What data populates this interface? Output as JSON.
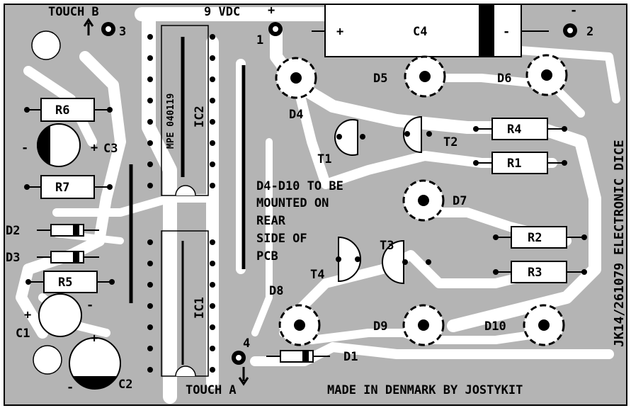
{
  "board": {
    "vertical_title": "JK14/261079 ELECTRONIC DICE",
    "footer": "MADE IN DENMARK BY JOSTYKIT",
    "note": [
      "D4-D10 TO BE",
      "MOUNTED ON",
      "REAR",
      "SIDE OF",
      "PCB"
    ],
    "touch_b": "TOUCH B",
    "touch_a": "TOUCH A",
    "power": "9 VDC",
    "ic2_marking": "MPE 040119"
  },
  "pads": {
    "p1": "1",
    "p2": "2",
    "p3": "3",
    "p4": "4",
    "plus": "+",
    "minus": "-"
  },
  "components": {
    "R1": "R1",
    "R2": "R2",
    "R3": "R3",
    "R4": "R4",
    "R5": "R5",
    "R6": "R6",
    "R7": "R7",
    "C1": "C1",
    "C2": "C2",
    "C3": "C3",
    "C4": "C4",
    "D1": "D1",
    "D2": "D2",
    "D3": "D3",
    "D4": "D4",
    "D5": "D5",
    "D6": "D6",
    "D7": "D7",
    "D8": "D8",
    "D9": "D9",
    "D10": "D10",
    "T1": "T1",
    "T2": "T2",
    "T3": "T3",
    "T4": "T4",
    "IC1": "IC1",
    "IC2": "IC2"
  },
  "colors": {
    "board": "#b4b4b4",
    "copper": "#ffffff",
    "silk": "#000000"
  }
}
